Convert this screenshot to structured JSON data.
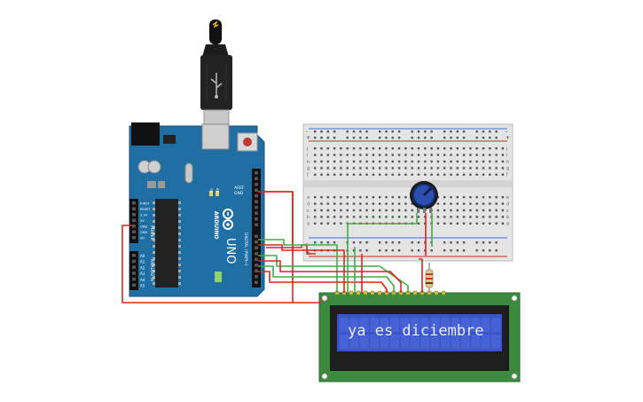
{
  "arduino": {
    "brand": "ARDUINO",
    "model": "UNO",
    "power_header_label": "POWER",
    "analog_header_label": "ANALOG IN",
    "digital_header_label": "DIGITAL (PWM~)",
    "aref_label": "AREF",
    "gnd_label": "GND",
    "power_pins": [
      "IOREF",
      "RESET",
      "3.3V",
      "5V",
      "GND",
      "GND",
      "Vin"
    ],
    "analog_pins": [
      "A0",
      "A1",
      "A2",
      "A3",
      "A4",
      "A5"
    ],
    "tx_label": "TX",
    "rx_label": "RX",
    "board_color": "#1f6fa5"
  },
  "lcd": {
    "display_text": "ya es diciembre",
    "pcb_color": "#3b8a3e",
    "screen_color": "#3a55c8",
    "pin_count": 16
  },
  "breadboard": {
    "top_rail_symbols": [
      "-",
      "+"
    ],
    "bottom_rail_symbols": [
      "-",
      "+"
    ],
    "row_letters_top": [
      "j",
      "i",
      "h",
      "g",
      "f"
    ],
    "row_letters_bottom": [
      "e",
      "d",
      "c",
      "b",
      "a"
    ]
  },
  "wire_colors": {
    "red": "#d9261c",
    "green": "#3cb043"
  }
}
